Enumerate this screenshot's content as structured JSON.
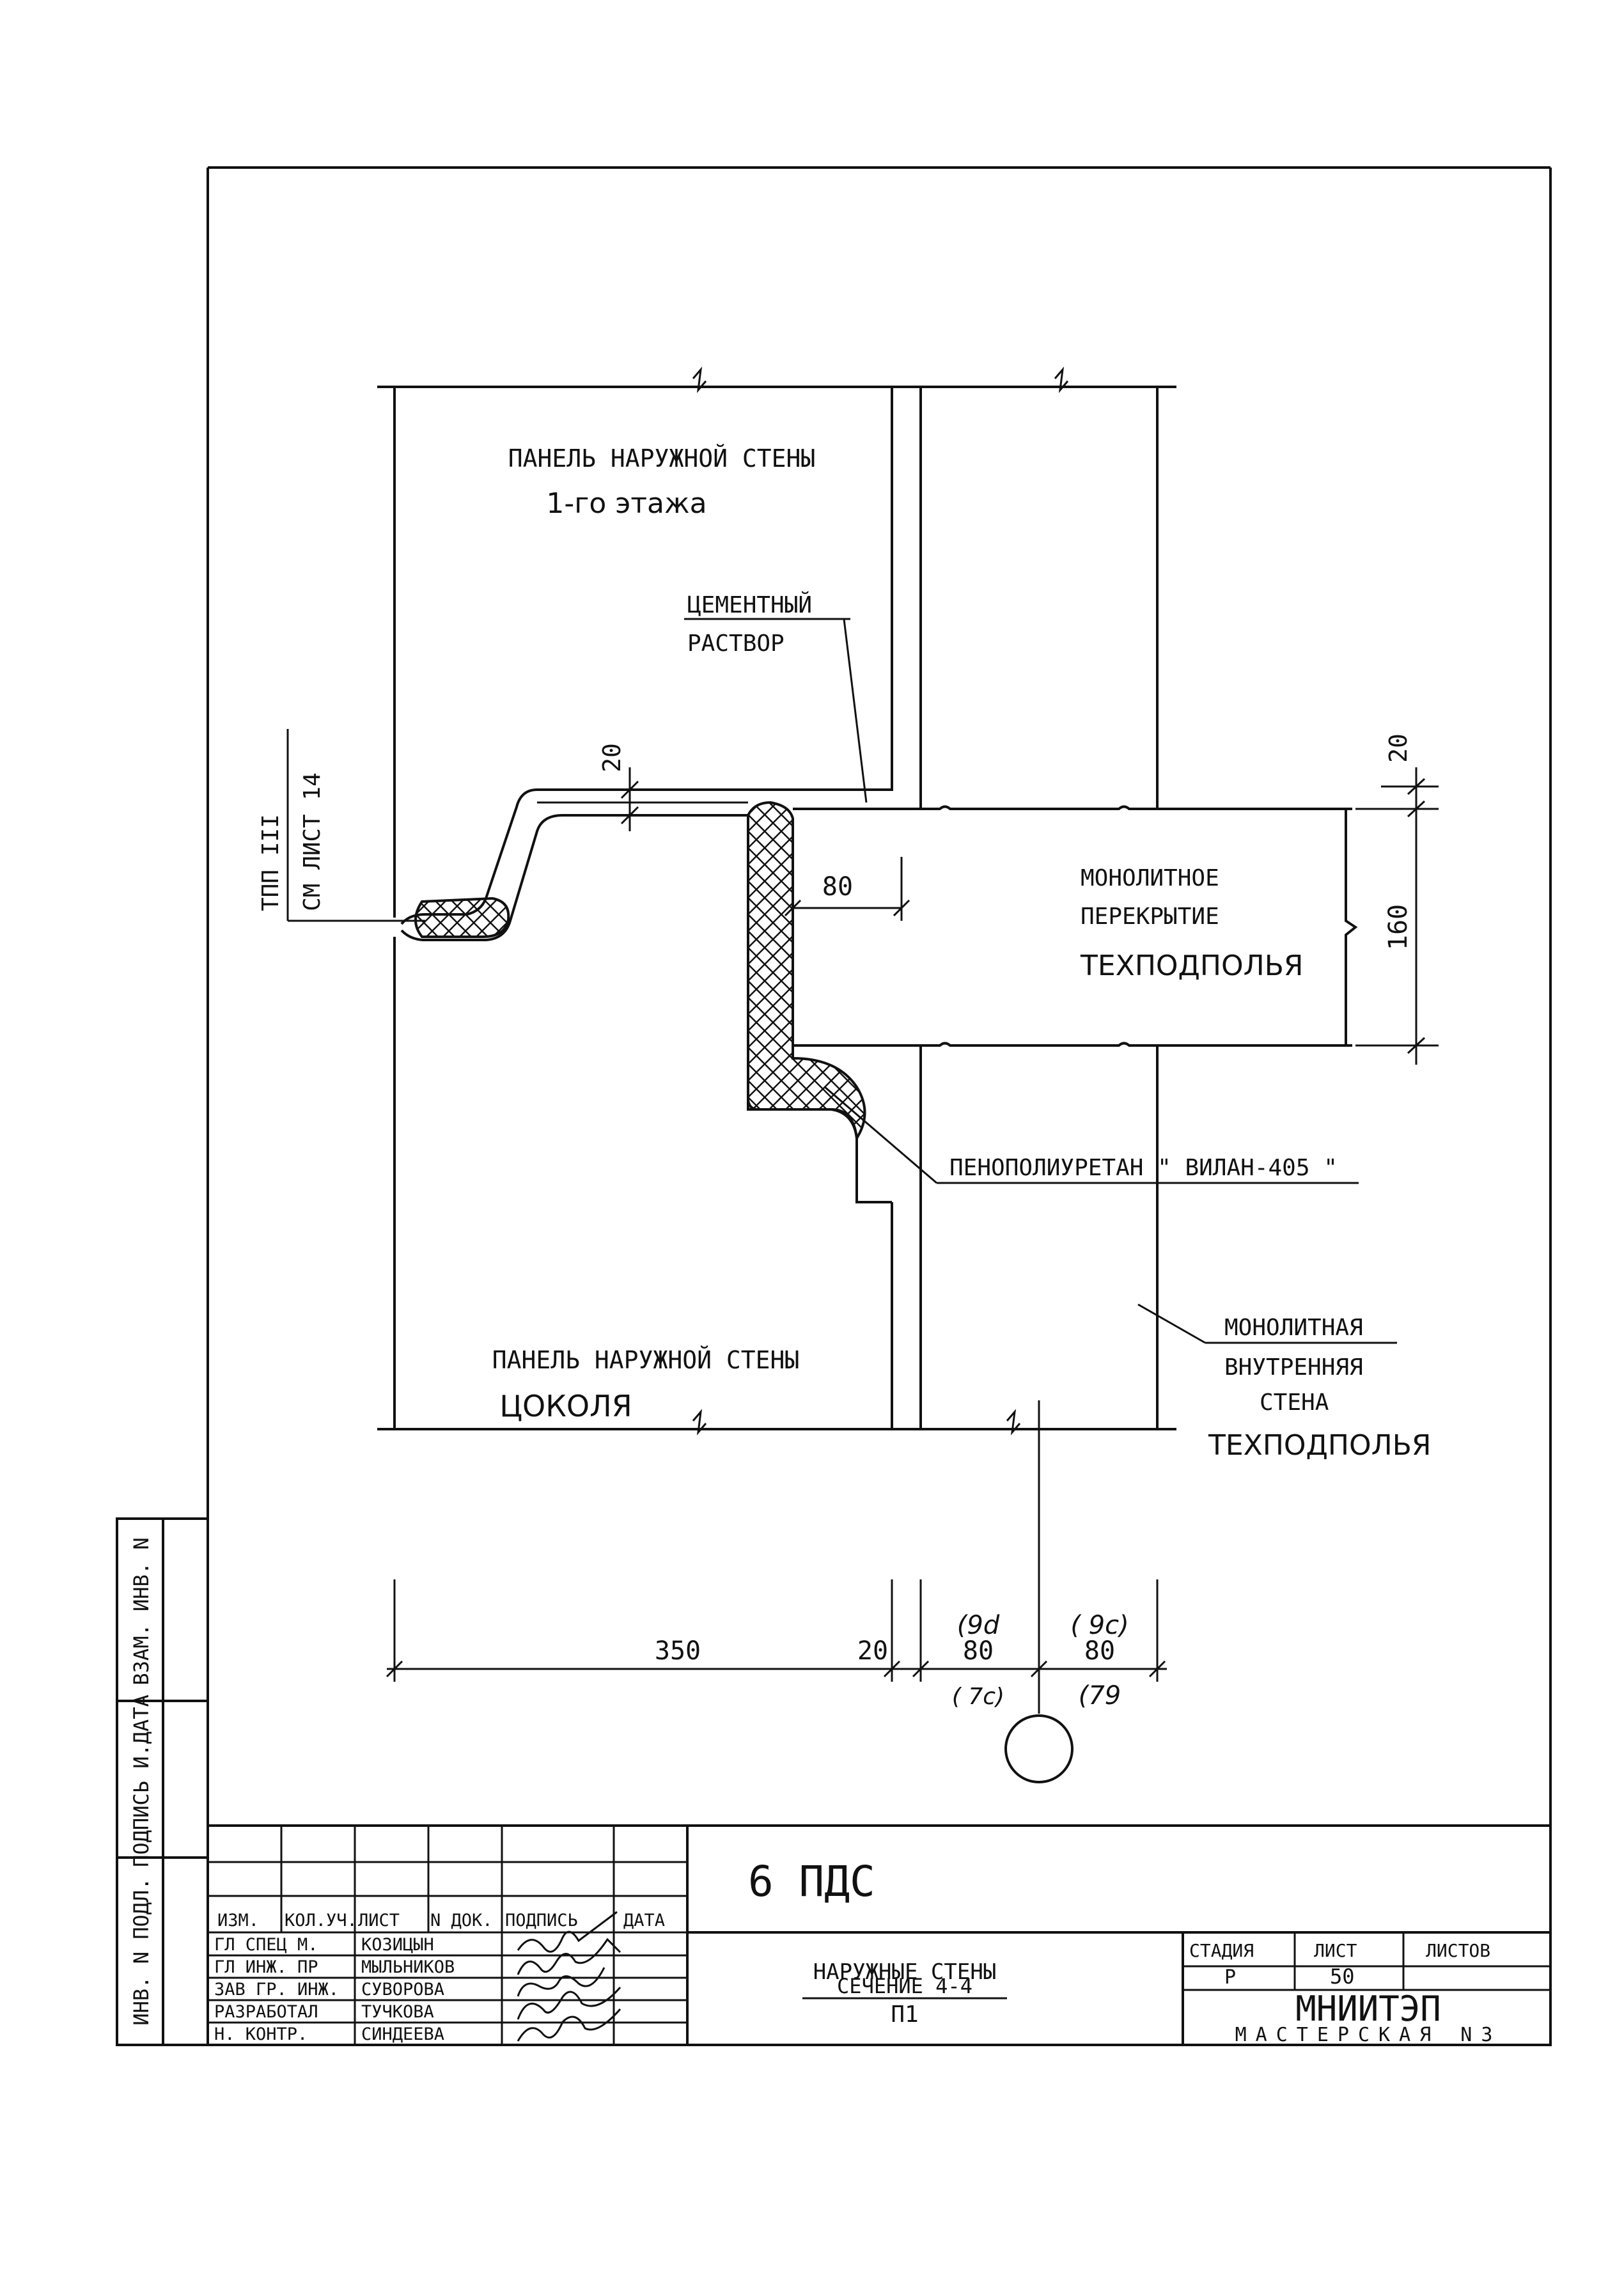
{
  "drawing": {
    "labels": {
      "panel_top_line1": "ПАНЕЛЬ НАРУЖНОЙ СТЕНЫ",
      "panel_top_line2": "1-го этажа",
      "mortar_line1": "ЦЕМЕНТНЫЙ",
      "mortar_line2": "РАСТВОР",
      "slab_line1": "МОНОЛИТНОЕ",
      "slab_line2": "ПЕРЕКРЫТИЕ",
      "slab_line3": "ТЕХПОДПОЛЬЯ",
      "foam": "ПЕНОПОЛИУРЕТАН \" ВИЛАН-405 \"",
      "panel_bottom_line1": "ПАНЕЛЬ НАРУЖНОЙ СТЕНЫ",
      "panel_bottom_line2": "ЦОКОЛЯ",
      "inner_wall_line1": "МОНОЛИТНАЯ",
      "inner_wall_line2": "ВНУТРЕННЯЯ",
      "inner_wall_line3": "СТЕНА",
      "inner_wall_line4": "ТЕХПОДПОЛЬЯ",
      "node_ref_line1": "ТПП III",
      "node_ref_line2": "СМ ЛИСТ 14"
    },
    "dimensions": {
      "gap_top": "20",
      "right_top": "20",
      "slab_thickness": "160",
      "bearing": "80",
      "d350": "350",
      "d20": "20",
      "d80a": "80",
      "d80b": "80",
      "alt_a_top": "(9d",
      "alt_b_top": "( 9c)",
      "alt_a_bottom": "( 7c)",
      "alt_b_bottom": "(79"
    }
  },
  "side_stamp": {
    "vzam": "ВЗАМ. ИНВ. N",
    "podpis": "ПОДПИСЬ И.ДАТА",
    "inv": "ИНВ. N ПОДЛ."
  },
  "title_block": {
    "headers": [
      "ИЗМ.",
      "КОЛ.УЧ.",
      "ЛИСТ",
      "N ДОК.",
      "ПОДПИСЬ",
      "ДАТА"
    ],
    "people": [
      {
        "role": "ГЛ СПЕЦ М.",
        "name": "КОЗИЦЫН"
      },
      {
        "role": "ГЛ ИНЖ. ПР",
        "name": "МЫЛЬНИКОВ"
      },
      {
        "role": "ЗАВ ГР. ИНЖ.",
        "name": "СУВОРОВА"
      },
      {
        "role": "РАЗРАБОТАЛ",
        "name": "ТУЧКОВА"
      },
      {
        "role": "Н. КОНТР.",
        "name": "СИНДЕЕВА"
      }
    ],
    "project_code": "6 ПДС",
    "sheet_title": "НАРУЖНЫЕ СТЕНЫ",
    "section": "СЕЧЕНИЕ 4-4",
    "node": "П1",
    "stage_header": "СТАДИЯ",
    "sheet_header": "ЛИСТ",
    "sheets_header": "ЛИСТОВ",
    "stage": "Р",
    "sheet_no": "50",
    "sheets_total": "",
    "org": "МНИИТЭП",
    "workshop": "МАСТЕРСКАЯ N3"
  }
}
